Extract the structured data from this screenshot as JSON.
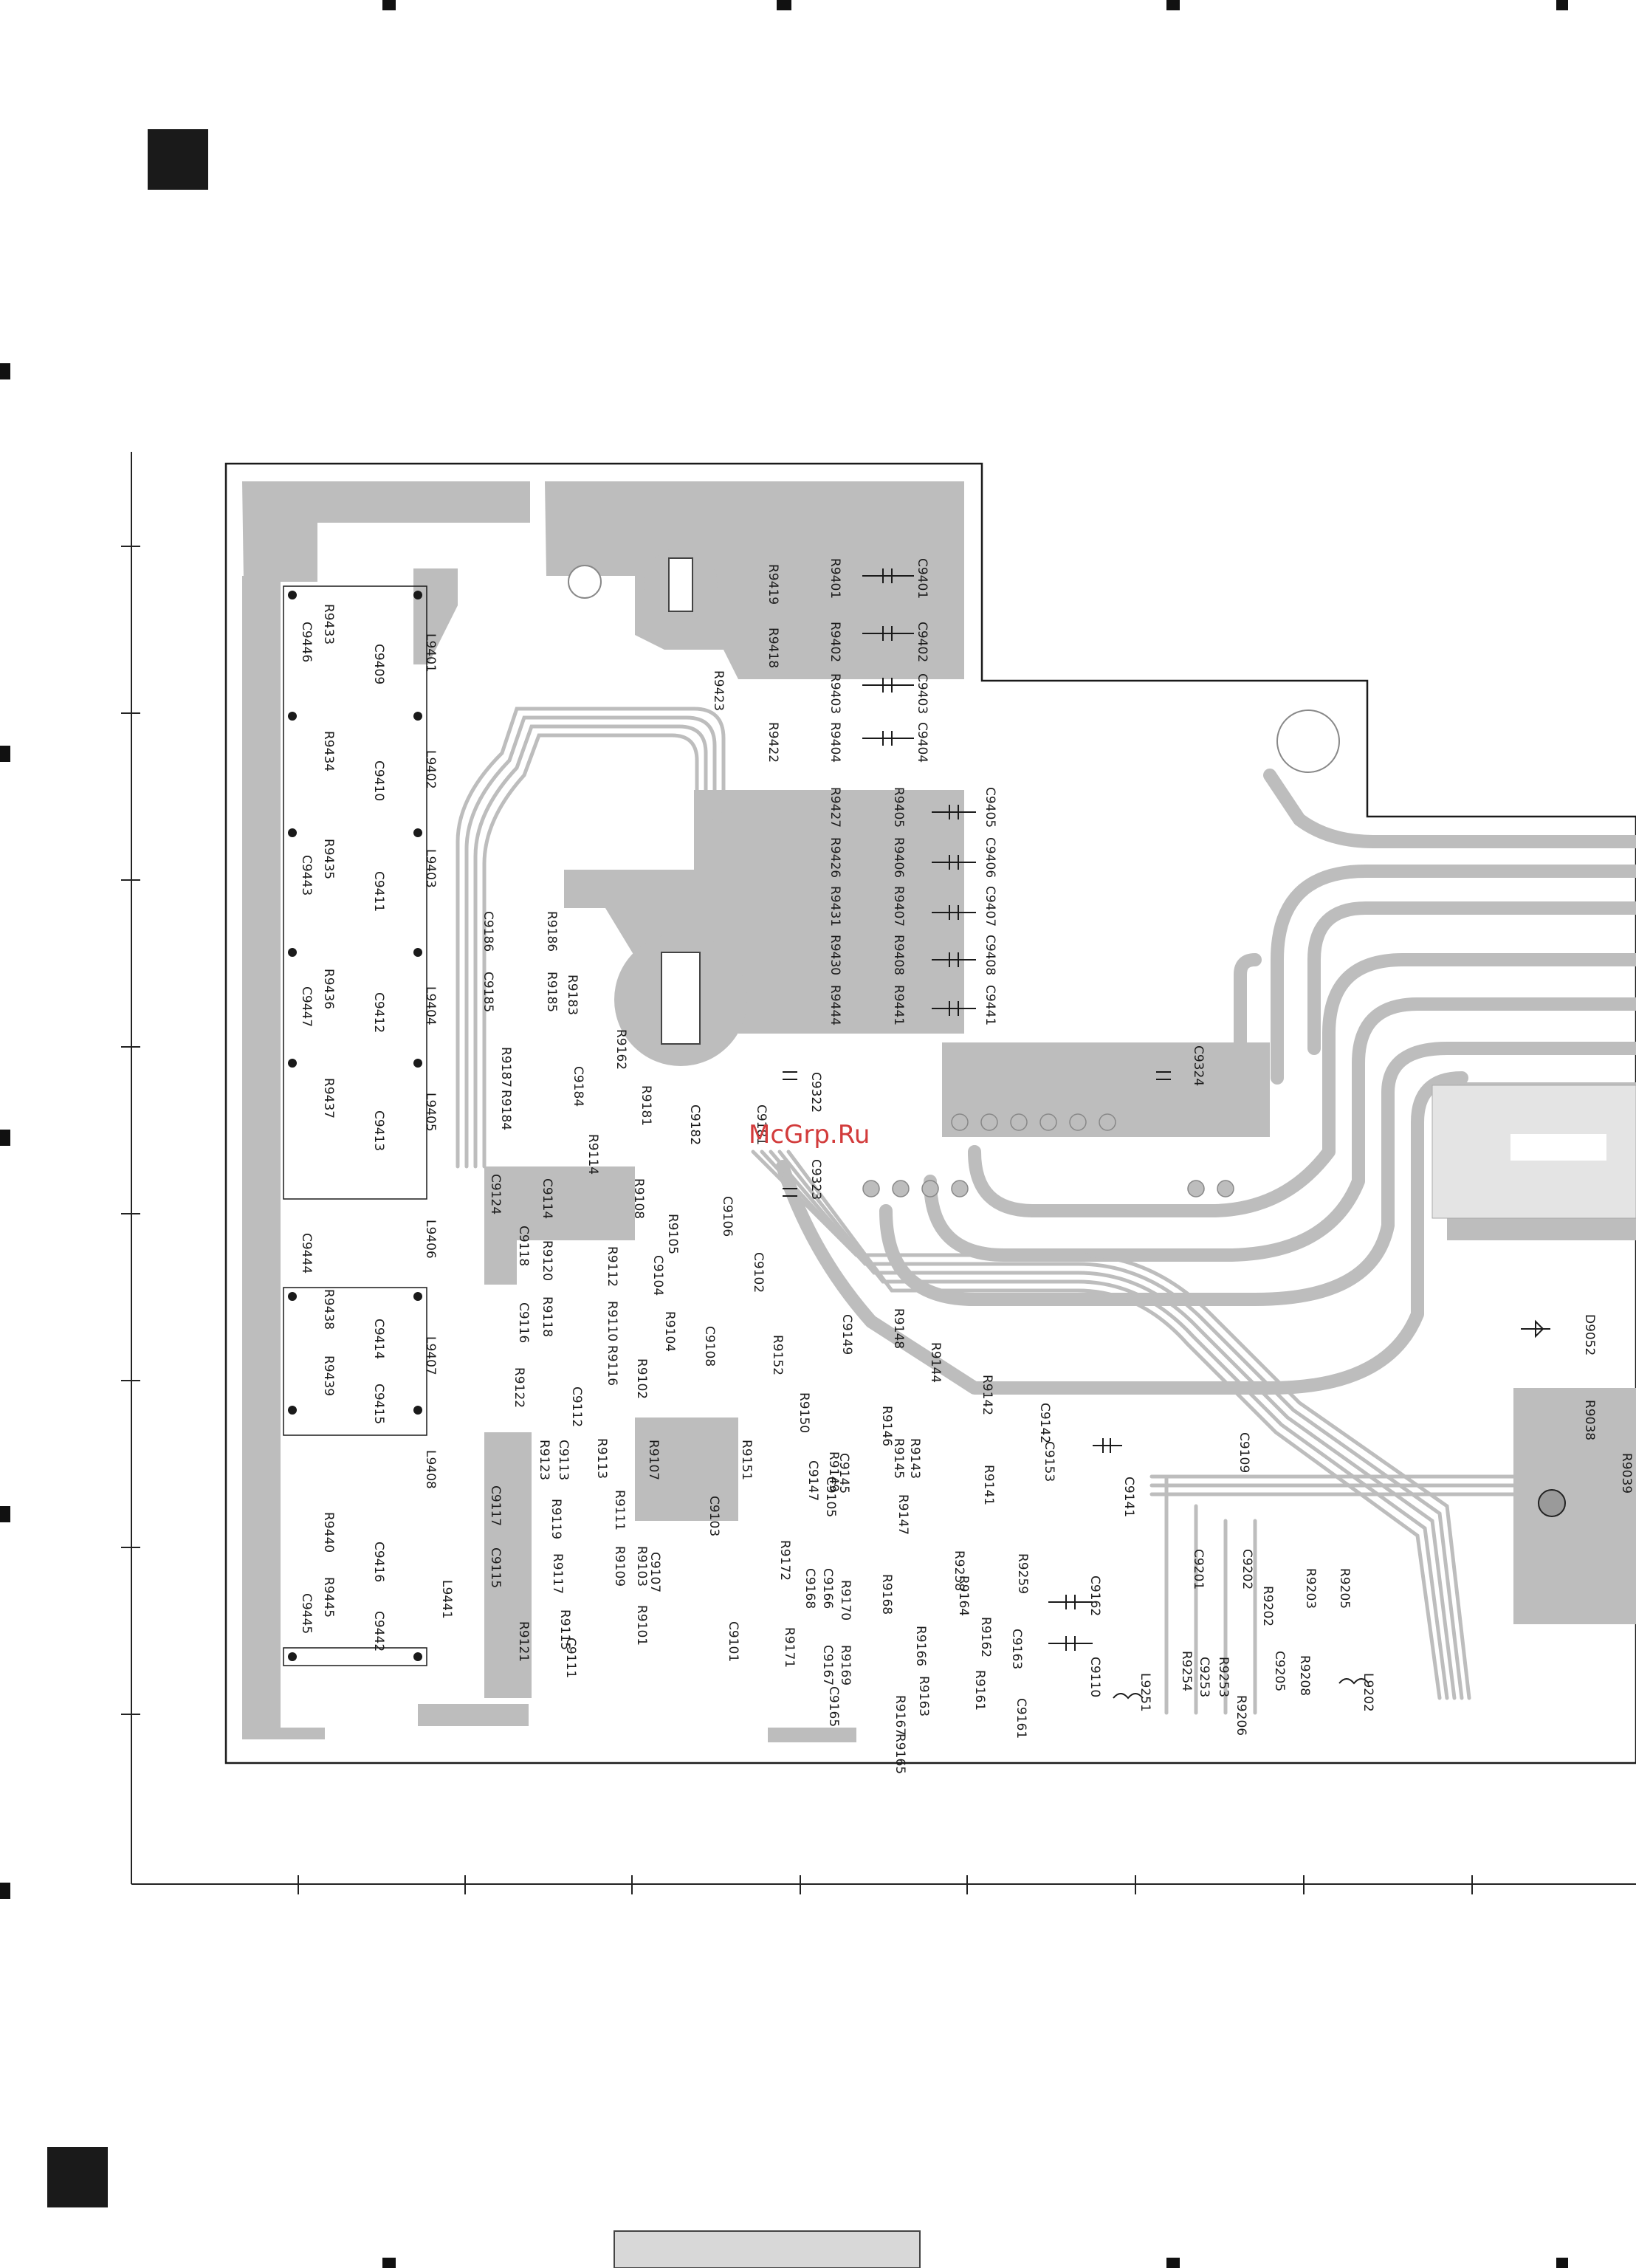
{
  "watermark": "McGrp.Ru",
  "colors": {
    "copper": "#bdbdbd",
    "outline": "#1a1a1a",
    "background": "#ffffff",
    "watermark": "#d23b3b"
  },
  "labels": {
    "top_connector": [
      "C9401",
      "C9402",
      "C9403",
      "C9404",
      "R9401",
      "R9402",
      "R9403",
      "R9404",
      "R9419",
      "R9418",
      "R9423",
      "R9422"
    ],
    "top_connector_lower": [
      "C9405",
      "C9406",
      "C9407",
      "C9408",
      "C9441",
      "R9405",
      "R9406",
      "R9407",
      "R9408",
      "R9441",
      "R9427",
      "R9426",
      "R9431",
      "R9430",
      "R9444"
    ],
    "left_filters": [
      "L9401",
      "L9402",
      "L9403",
      "L9404",
      "L9405",
      "L9406",
      "L9407",
      "L9408",
      "L9441"
    ],
    "left_caps": [
      "C9446",
      "C9443",
      "C9447",
      "C9444",
      "C9445",
      "C9409",
      "C9410",
      "C9411",
      "C9412",
      "C9413",
      "C9414",
      "C9415",
      "C9416",
      "C9442"
    ],
    "left_resistors": [
      "R9433",
      "R9434",
      "R9435",
      "R9436",
      "R9437",
      "R9438",
      "R9439",
      "R9440",
      "R9445"
    ],
    "center_upper": [
      "R9186",
      "R9185",
      "R9187",
      "R9184",
      "R9183",
      "C9186",
      "C9185",
      "C9184",
      "R9162",
      "R9181",
      "C9182",
      "C9181",
      "C9322",
      "C9323",
      "C9324"
    ],
    "center_mid": [
      "C9124",
      "C9114",
      "R9120",
      "R9108",
      "R9105",
      "C9106",
      "R9114",
      "C9118",
      "C9116",
      "R9118",
      "R9112",
      "C9104",
      "C9102",
      "R9110",
      "R9116",
      "R9104",
      "C9108",
      "R9102",
      "R9122",
      "C9112",
      "R9152",
      "C9149",
      "R9148",
      "R9144",
      "R9150",
      "R9142",
      "R9146",
      "C9142"
    ],
    "center_lower": [
      "R9123",
      "C9113",
      "R9113",
      "R9107",
      "C9117",
      "R9119",
      "R9111",
      "R9109",
      "C9115",
      "R9117",
      "R9103",
      "C9107",
      "R9115",
      "R9101",
      "C9111",
      "R9121",
      "C9103",
      "C9101",
      "C9105",
      "R9151",
      "C9145",
      "C9147",
      "R9149",
      "R9143",
      "R9145",
      "R9147",
      "R9141",
      "C9153",
      "C9141",
      "C9109",
      "R9172",
      "C9168",
      "C9166",
      "R9170",
      "R9168",
      "R9164",
      "R9166",
      "R9169",
      "C9167",
      "R9171",
      "R9167",
      "R9165",
      "C9165",
      "R9163",
      "R9162",
      "R9161",
      "C9163",
      "C9162",
      "R9258",
      "R9259",
      "C9110",
      "C9161"
    ],
    "right_lower": [
      "C9201",
      "C9202",
      "R9202",
      "R9203",
      "R9205",
      "C9205",
      "C9253",
      "R9253",
      "R9254",
      "R9208",
      "R9206",
      "L9202",
      "L9251",
      "D9052",
      "R9038",
      "R9039"
    ]
  }
}
